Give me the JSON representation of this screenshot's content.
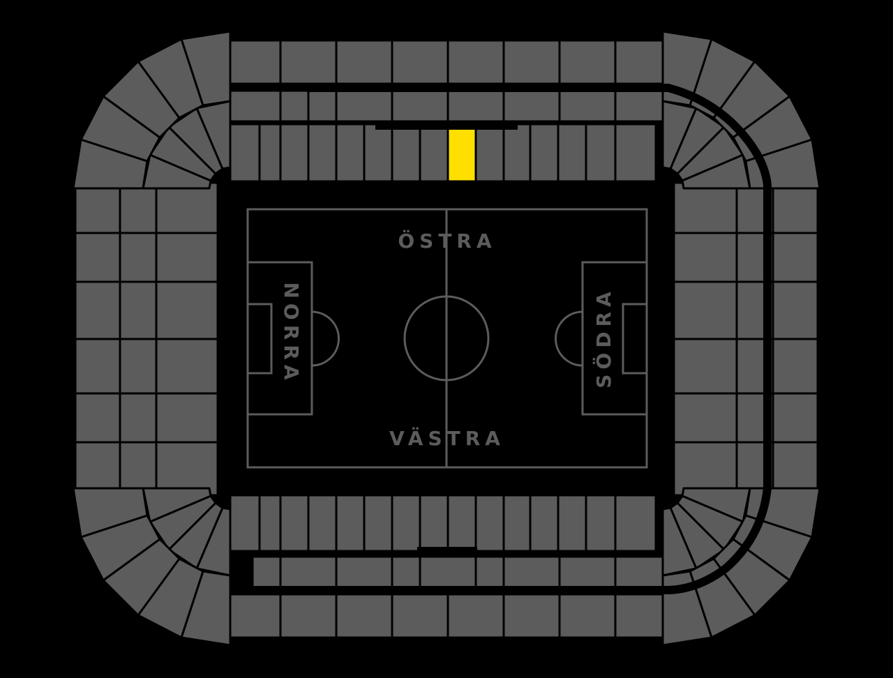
{
  "stands": {
    "east": "ÖSTRA",
    "west": "VÄSTRA",
    "north": "NORRA",
    "south": "SÖDRA"
  },
  "colors": {
    "background": "#000000",
    "section": "#5c5c5c",
    "selected": "#ffdf00",
    "pitch_lines": "#5c5c5c"
  },
  "selection": {
    "stand": "east",
    "tier": "lower",
    "section_index": 8
  }
}
